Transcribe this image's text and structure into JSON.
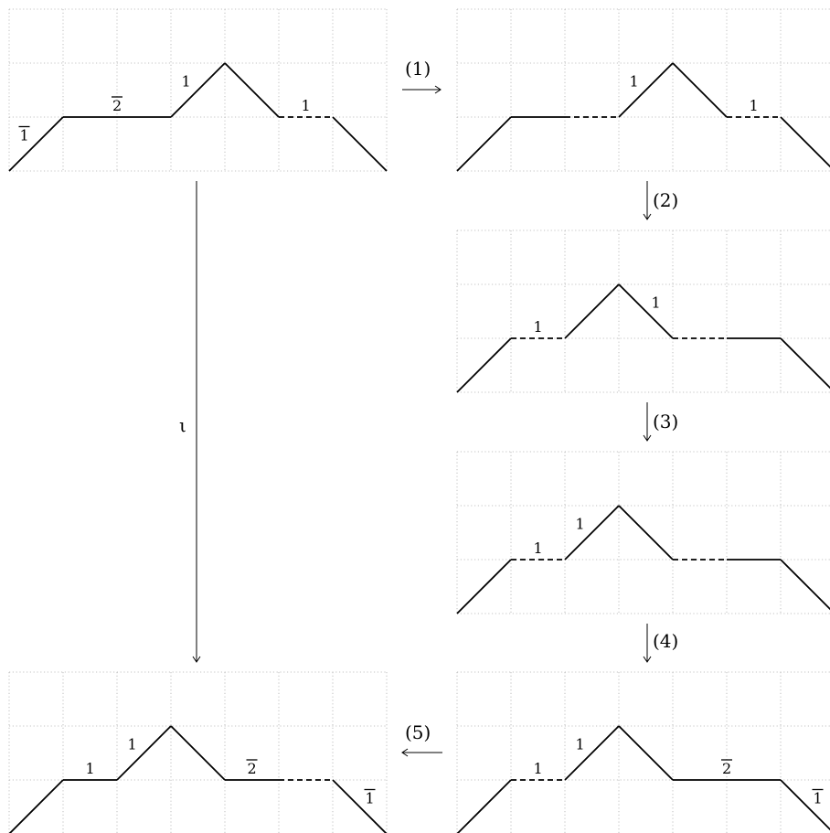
{
  "arrows": [
    {
      "label": "(1)"
    },
    {
      "label": "(2)"
    },
    {
      "label": "(3)"
    },
    {
      "label": "(4)"
    },
    {
      "label": "(5)"
    },
    {
      "label": "ι"
    }
  ],
  "panels": [
    {
      "id": "top-left",
      "path": [
        [
          0,
          0
        ],
        [
          1,
          1
        ],
        [
          3,
          1
        ],
        [
          4,
          2
        ],
        [
          5,
          1
        ],
        [
          6,
          1
        ],
        [
          7,
          0
        ]
      ],
      "segment_styles": [
        "solid",
        "solid",
        "solid",
        "solid",
        "dashed",
        "solid"
      ],
      "labels": [
        {
          "text": "1",
          "bar": true,
          "segment": 0
        },
        {
          "text": "2",
          "bar": true,
          "segment": 1
        },
        {
          "text": "1",
          "bar": false,
          "segment": 2
        },
        {
          "text": "1",
          "bar": false,
          "segment": 4
        }
      ]
    },
    {
      "id": "top-right",
      "path": [
        [
          0,
          0
        ],
        [
          1,
          1
        ],
        [
          2,
          1
        ],
        [
          3,
          1
        ],
        [
          4,
          2
        ],
        [
          5,
          1
        ],
        [
          6,
          1
        ],
        [
          7,
          0
        ]
      ],
      "segment_styles": [
        "solid",
        "solid",
        "dashed",
        "solid",
        "solid",
        "dashed",
        "solid"
      ],
      "labels": [
        {
          "text": "1",
          "bar": false,
          "segment": 3
        },
        {
          "text": "1",
          "bar": false,
          "segment": 5
        }
      ]
    },
    {
      "id": "row2",
      "path": [
        [
          0,
          0
        ],
        [
          1,
          1
        ],
        [
          2,
          1
        ],
        [
          3,
          2
        ],
        [
          4,
          1
        ],
        [
          5,
          1
        ],
        [
          6,
          1
        ],
        [
          7,
          0
        ]
      ],
      "segment_styles": [
        "solid",
        "dashed",
        "solid",
        "solid",
        "dashed",
        "solid",
        "solid"
      ],
      "labels": [
        {
          "text": "1",
          "bar": false,
          "segment": 1
        },
        {
          "text": "1",
          "bar": false,
          "segment": 3
        }
      ]
    },
    {
      "id": "row3",
      "path": [
        [
          0,
          0
        ],
        [
          1,
          1
        ],
        [
          2,
          1
        ],
        [
          3,
          2
        ],
        [
          4,
          1
        ],
        [
          5,
          1
        ],
        [
          6,
          1
        ],
        [
          7,
          0
        ]
      ],
      "segment_styles": [
        "solid",
        "dashed",
        "solid",
        "solid",
        "dashed",
        "solid",
        "solid"
      ],
      "labels": [
        {
          "text": "1",
          "bar": false,
          "segment": 1
        },
        {
          "text": "1",
          "bar": false,
          "segment": 2
        }
      ]
    },
    {
      "id": "bottom-right",
      "path": [
        [
          0,
          0
        ],
        [
          1,
          1
        ],
        [
          2,
          1
        ],
        [
          3,
          2
        ],
        [
          4,
          1
        ],
        [
          6,
          1
        ],
        [
          7,
          0
        ]
      ],
      "segment_styles": [
        "solid",
        "dashed",
        "solid",
        "solid",
        "solid",
        "solid"
      ],
      "labels": [
        {
          "text": "1",
          "bar": false,
          "segment": 1
        },
        {
          "text": "1",
          "bar": false,
          "segment": 2
        },
        {
          "text": "2",
          "bar": true,
          "segment": 4
        },
        {
          "text": "1",
          "bar": true,
          "segment": 5
        }
      ]
    },
    {
      "id": "bottom-left",
      "path": [
        [
          0,
          0
        ],
        [
          1,
          1
        ],
        [
          2,
          1
        ],
        [
          3,
          2
        ],
        [
          4,
          1
        ],
        [
          5,
          1
        ],
        [
          6,
          1
        ],
        [
          7,
          0
        ]
      ],
      "segment_styles": [
        "solid",
        "solid",
        "solid",
        "solid",
        "solid",
        "dashed",
        "solid"
      ],
      "labels": [
        {
          "text": "1",
          "bar": false,
          "segment": 1
        },
        {
          "text": "1",
          "bar": false,
          "segment": 2
        },
        {
          "text": "2",
          "bar": true,
          "segment": 4
        },
        {
          "text": "1",
          "bar": true,
          "segment": 6
        }
      ]
    }
  ]
}
